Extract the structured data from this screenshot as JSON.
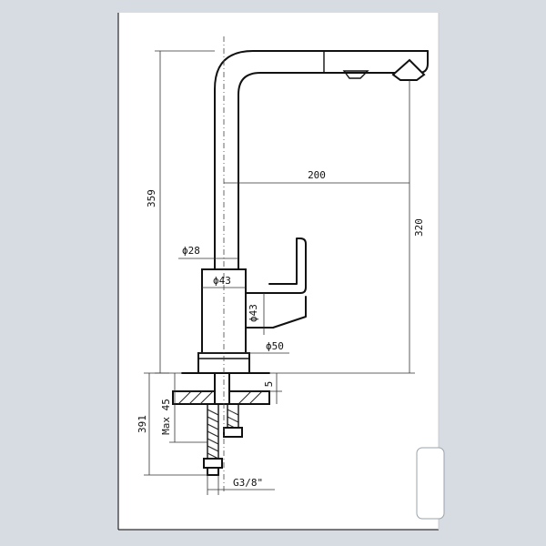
{
  "drawing": {
    "dimensions": {
      "overall_height": "359",
      "reach": "200",
      "spout_height": "320",
      "body_tube_diameter": "ϕ28",
      "body_diameter": "ϕ43",
      "lever_height": "ϕ43",
      "base_diameter": "ϕ50",
      "base_offset": "5",
      "max_deck": "Max 45",
      "total_height": "391",
      "connection": "G3/8\""
    }
  }
}
